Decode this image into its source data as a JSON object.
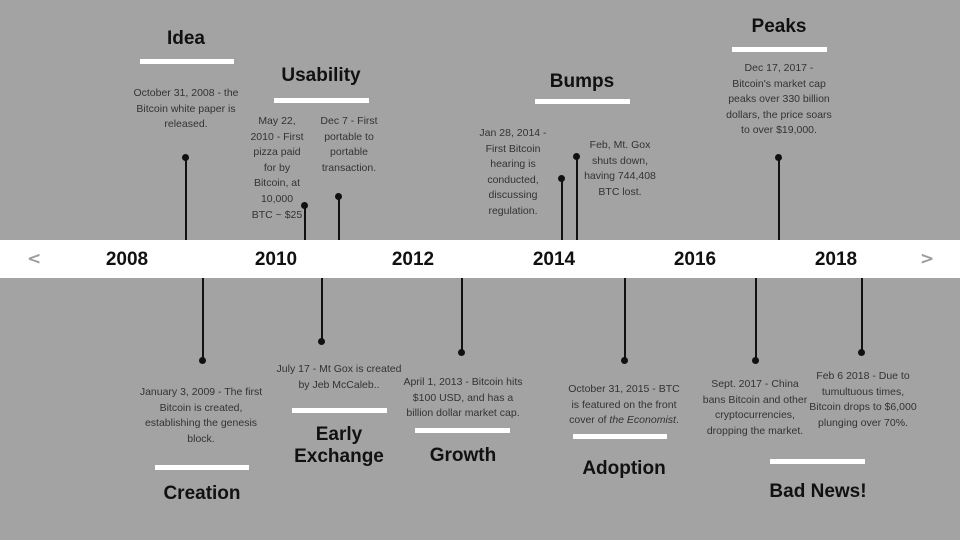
{
  "nav": {
    "prev": "<",
    "next": ">"
  },
  "years": [
    "2008",
    "2010",
    "2012",
    "2014",
    "2016",
    "2018"
  ],
  "events": {
    "idea": {
      "title": "Idea",
      "text": "October 31, 2008 - the Bitcoin white paper is released."
    },
    "usability": {
      "title": "Usability",
      "text_pizza": "May 22, 2010 - First pizza paid for by Bitcoin, at 10,000 BTC ~ $25",
      "text_portable": "Dec 7 - First portable to portable transaction."
    },
    "bumps": {
      "title": "Bumps",
      "text_hearing": "Jan 28, 2014 - First Bitcoin hearing is conducted, discussing regulation.",
      "text_gox": "Feb, Mt. Gox shuts down, having 744,408 BTC lost."
    },
    "peaks": {
      "title": "Peaks",
      "text": "Dec 17, 2017 - Bitcoin's market cap peaks over 330 billion dollars, the price soars to over $19,000."
    },
    "creation": {
      "title": "Creation",
      "text": "January 3, 2009 - The first Bitcoin is created, establishing the genesis block."
    },
    "early_exchange": {
      "title_line1": "Early",
      "title_line2": "Exchange",
      "text": "July 17 -  Mt Gox is created by Jeb McCaleb.."
    },
    "growth": {
      "title": "Growth",
      "text": "April 1, 2013 - Bitcoin hits $100 USD, and has a billion dollar market cap."
    },
    "adoption": {
      "title": "Adoption",
      "text_before": "October 31, 2015 -  BTC is featured on the front cover of ",
      "text_emph": "the Economist",
      "text_after": "."
    },
    "china": {
      "text": "Sept. 2017 - China bans Bitcoin and other cryptocurrencies, dropping the market."
    },
    "bad_news": {
      "title": "Bad News!",
      "text": "Feb 6 2018 - Due to tumultuous times, Bitcoin drops to $6,000 plunging over 70%."
    }
  }
}
